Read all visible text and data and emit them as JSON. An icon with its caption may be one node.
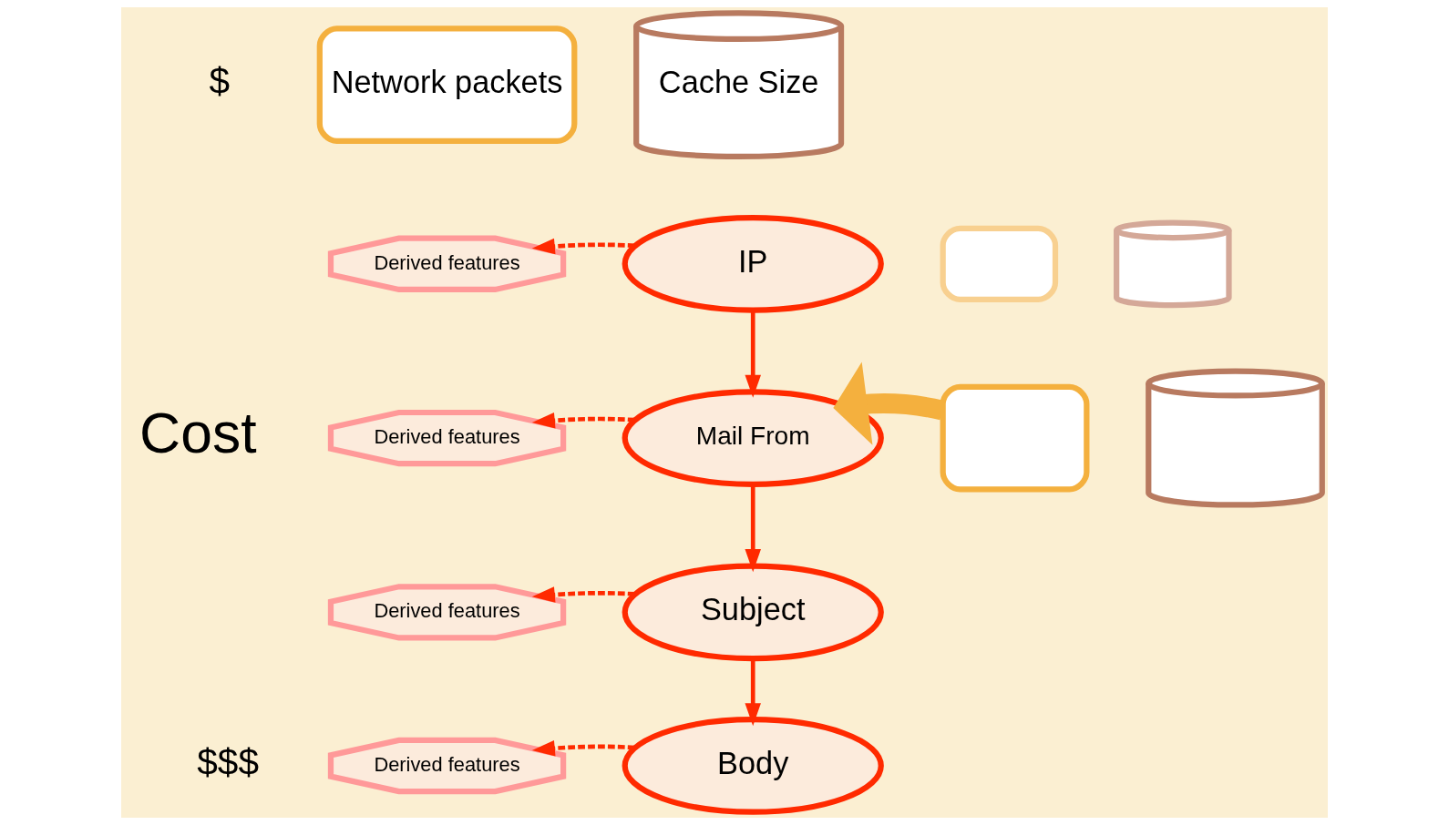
{
  "diagram": {
    "nodes": [
      {
        "text": [
          "Network packets"
        ]
      },
      {
        "text": [
          "Cache Size"
        ]
      },
      {
        "text": [
          "Derived features"
        ]
      },
      {
        "text": [
          "IP"
        ]
      },
      {
        "text": [],
        "shape": "box"
      },
      {
        "text": [],
        "shape": "cylinder"
      },
      {
        "text": [
          "Derived features"
        ]
      },
      {
        "text": [
          "Mail From"
        ]
      },
      {
        "text": [],
        "shape": "box"
      },
      {
        "text": [],
        "shape": "cylinder"
      },
      {
        "text": [
          "Derived features"
        ]
      },
      {
        "text": [
          "Subject"
        ]
      },
      {
        "text": [
          "Derived features"
        ]
      },
      {
        "text": [
          "Body"
        ]
      }
    ],
    "edges": [
      {
        "from": 3,
        "to": 7,
        "arrow": "to"
      },
      {
        "from": 7,
        "to": 11,
        "arrow": "to"
      },
      {
        "from": 11,
        "to": 13,
        "arrow": "to"
      },
      {
        "from": 3,
        "to": 2,
        "arrow": "to",
        "style": "dashed"
      },
      {
        "from": 7,
        "to": 6,
        "arrow": "to",
        "style": "dashed"
      },
      {
        "from": 11,
        "to": 10,
        "arrow": "to",
        "style": "dashed"
      },
      {
        "from": 13,
        "to": 12,
        "arrow": "to",
        "style": "dashed"
      },
      {
        "from": 8,
        "to": 7,
        "arrow": "to",
        "style": "thick",
        "color": "#f4b03e"
      }
    ],
    "labels": [
      "$",
      "Cost",
      "$$$"
    ]
  }
}
